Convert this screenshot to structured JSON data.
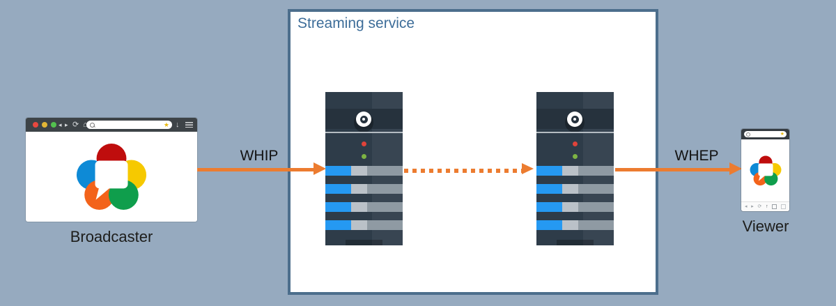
{
  "theme": {
    "background": "#96aabf",
    "accent_orange": "#ec7c30",
    "box_border": "#4c6e8c",
    "box_title_color": "#3d6d99",
    "label_color": "#1d1d1b",
    "browser_bar": "#3d4347",
    "phone_bar": "#343b41",
    "traffic_red": "#e8483f",
    "traffic_yellow": "#e2b636",
    "traffic_green": "#53c14f",
    "star_yellow": "#e9b90f",
    "server_body": "#2e3c49",
    "server_band": "#26323d",
    "server_separator": "#b5bcc2",
    "bay_blue": "#2599f2",
    "bay_light_gray": "#bac1c8",
    "bay_gray": "#8f9aa3",
    "led_red": "#e0433a",
    "led_green": "#7db343",
    "logo_red": "#bf0d0d",
    "logo_blue": "#0e8ad6",
    "logo_yellow": "#f6c900",
    "logo_orange": "#f3631a",
    "logo_green": "#0f9e4c"
  },
  "broadcaster": {
    "label": "Broadcaster"
  },
  "viewer": {
    "label": "Viewer"
  },
  "streaming_service": {
    "title": "Streaming service"
  },
  "arrows": {
    "whip": "WHIP",
    "whep": "WHEP"
  },
  "browser_chrome": {
    "back": "◂",
    "forward": "▸",
    "refresh": "⟳",
    "home": "⌂",
    "star": "★",
    "download": "↓"
  },
  "phone_chrome": {
    "back": "◂",
    "forward": "▸",
    "refresh": "⟳",
    "share": "↑",
    "star": "★"
  }
}
